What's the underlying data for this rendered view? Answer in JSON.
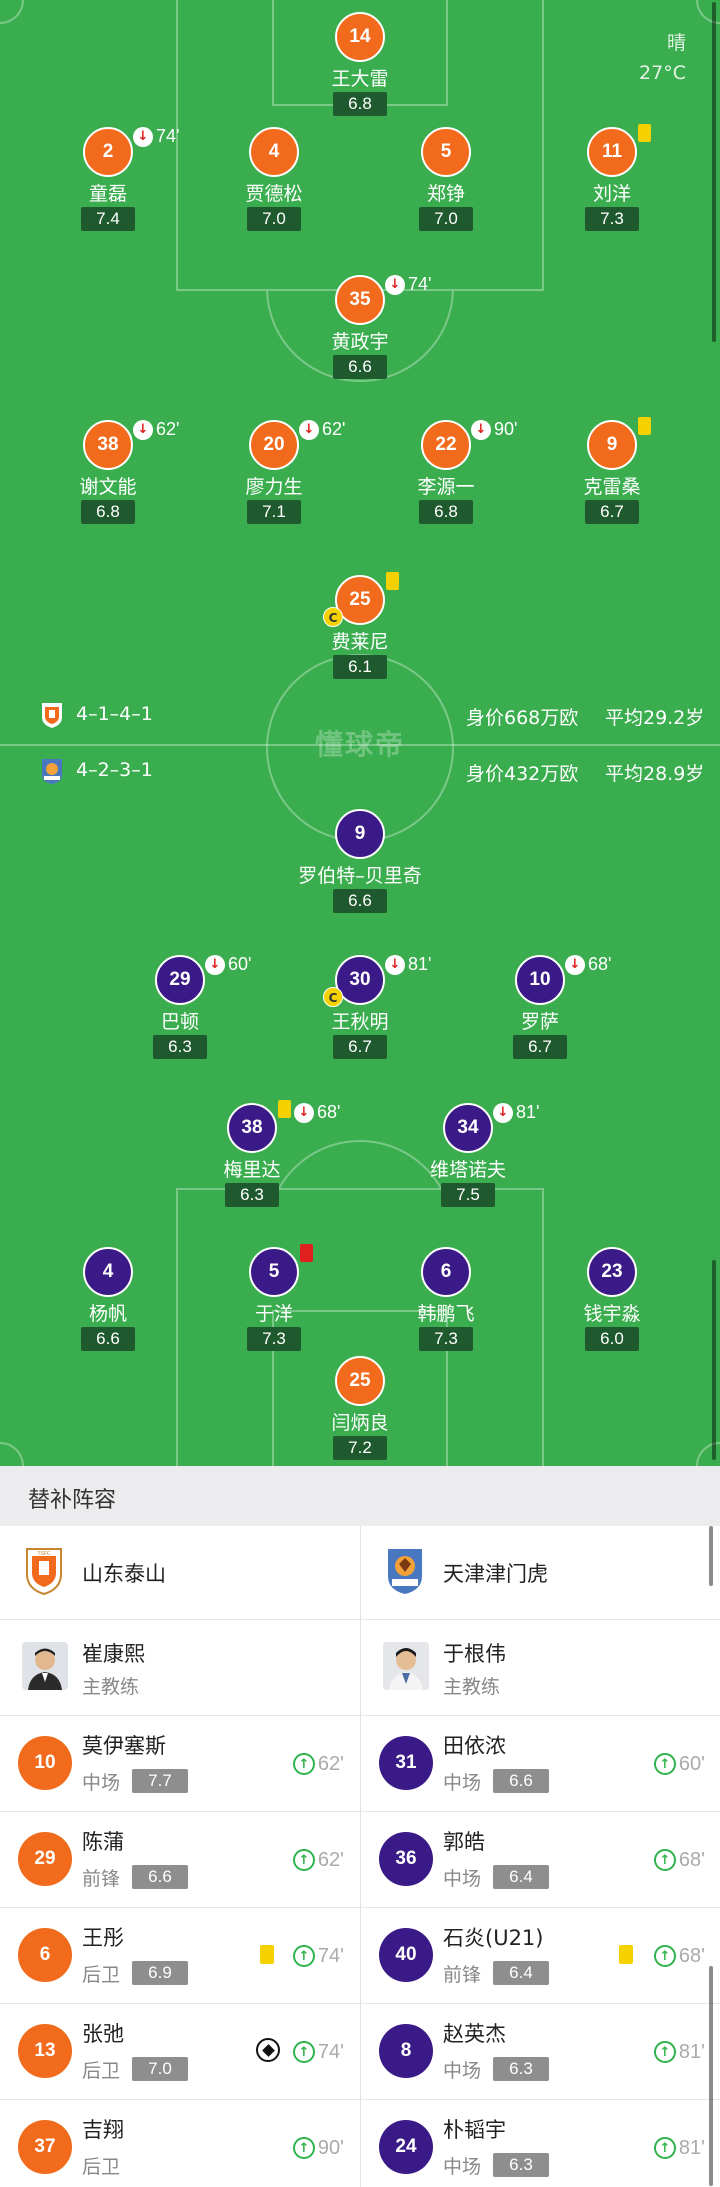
{
  "weather": {
    "condition": "晴",
    "temperature": "27°C"
  },
  "watermark": "懂球帝",
  "home_team": {
    "name": "山东泰山",
    "formation": "4–1–4–1",
    "value": "身价668万欧",
    "avg_age": "平均29.2岁",
    "color": "#f26a1b",
    "players": [
      {
        "number": "14",
        "name": "王大雷",
        "rating": "6.8"
      },
      {
        "number": "2",
        "name": "童磊",
        "rating": "7.4",
        "sub_minute": "74'"
      },
      {
        "number": "4",
        "name": "贾德松",
        "rating": "7.0"
      },
      {
        "number": "5",
        "name": "郑铮",
        "rating": "7.0"
      },
      {
        "number": "11",
        "name": "刘洋",
        "rating": "7.3"
      },
      {
        "number": "35",
        "name": "黄政宇",
        "rating": "6.6",
        "sub_minute": "74'"
      },
      {
        "number": "38",
        "name": "谢文能",
        "rating": "6.8",
        "sub_minute": "62'"
      },
      {
        "number": "20",
        "name": "廖力生",
        "rating": "7.1",
        "sub_minute": "62'"
      },
      {
        "number": "22",
        "name": "李源一",
        "rating": "6.8",
        "sub_minute": "90'"
      },
      {
        "number": "9",
        "name": "克雷桑",
        "rating": "6.7"
      },
      {
        "number": "25",
        "name": "费莱尼",
        "rating": "6.1",
        "captain": "C"
      }
    ]
  },
  "away_team": {
    "name": "天津津门虎",
    "formation": "4–2–3–1",
    "value": "身价432万欧",
    "avg_age": "平均28.9岁",
    "color": "#3a1a86",
    "players": [
      {
        "number": "9",
        "name": "罗伯特–贝里奇",
        "rating": "6.6"
      },
      {
        "number": "29",
        "name": "巴顿",
        "rating": "6.3",
        "sub_minute": "60'"
      },
      {
        "number": "30",
        "name": "王秋明",
        "rating": "6.7",
        "sub_minute": "81'",
        "captain": "C"
      },
      {
        "number": "10",
        "name": "罗萨",
        "rating": "6.7",
        "sub_minute": "68'"
      },
      {
        "number": "38",
        "name": "梅里达",
        "rating": "6.3",
        "sub_minute": "68'"
      },
      {
        "number": "34",
        "name": "维塔诺夫",
        "rating": "7.5",
        "sub_minute": "81'"
      },
      {
        "number": "4",
        "name": "杨帆",
        "rating": "6.6"
      },
      {
        "number": "5",
        "name": "于洋",
        "rating": "7.3"
      },
      {
        "number": "6",
        "name": "韩鹏飞",
        "rating": "7.3"
      },
      {
        "number": "23",
        "name": "钱宇淼",
        "rating": "6.0"
      },
      {
        "number": "25",
        "name": "闫炳良",
        "rating": "7.2"
      }
    ]
  },
  "bench": {
    "title": "替补阵容",
    "home": {
      "team": "山东泰山",
      "coach": {
        "name": "崔康熙",
        "role": "主教练"
      },
      "subs": [
        {
          "number": "10",
          "name": "莫伊塞斯",
          "pos": "中场",
          "rating": "7.7",
          "minute": "62'"
        },
        {
          "number": "29",
          "name": "陈蒲",
          "pos": "前锋",
          "rating": "6.6",
          "minute": "62'"
        },
        {
          "number": "6",
          "name": "王彤",
          "pos": "后卫",
          "rating": "6.9",
          "minute": "74'"
        },
        {
          "number": "13",
          "name": "张弛",
          "pos": "后卫",
          "rating": "7.0",
          "minute": "74'"
        },
        {
          "number": "37",
          "name": "吉翔",
          "pos": "后卫",
          "minute": "90'"
        }
      ]
    },
    "away": {
      "team": "天津津门虎",
      "coach": {
        "name": "于根伟",
        "role": "主教练"
      },
      "subs": [
        {
          "number": "31",
          "name": "田依浓",
          "pos": "中场",
          "rating": "6.6",
          "minute": "60'"
        },
        {
          "number": "36",
          "name": "郭皓",
          "pos": "中场",
          "rating": "6.4",
          "minute": "68'"
        },
        {
          "number": "40",
          "name": "石炎(U21)",
          "pos": "前锋",
          "rating": "6.4",
          "minute": "68'"
        },
        {
          "number": "8",
          "name": "赵英杰",
          "pos": "中场",
          "rating": "6.3",
          "minute": "81'"
        },
        {
          "number": "24",
          "name": "朴韬宇",
          "pos": "中场",
          "rating": "6.3",
          "minute": "81'"
        }
      ]
    }
  }
}
